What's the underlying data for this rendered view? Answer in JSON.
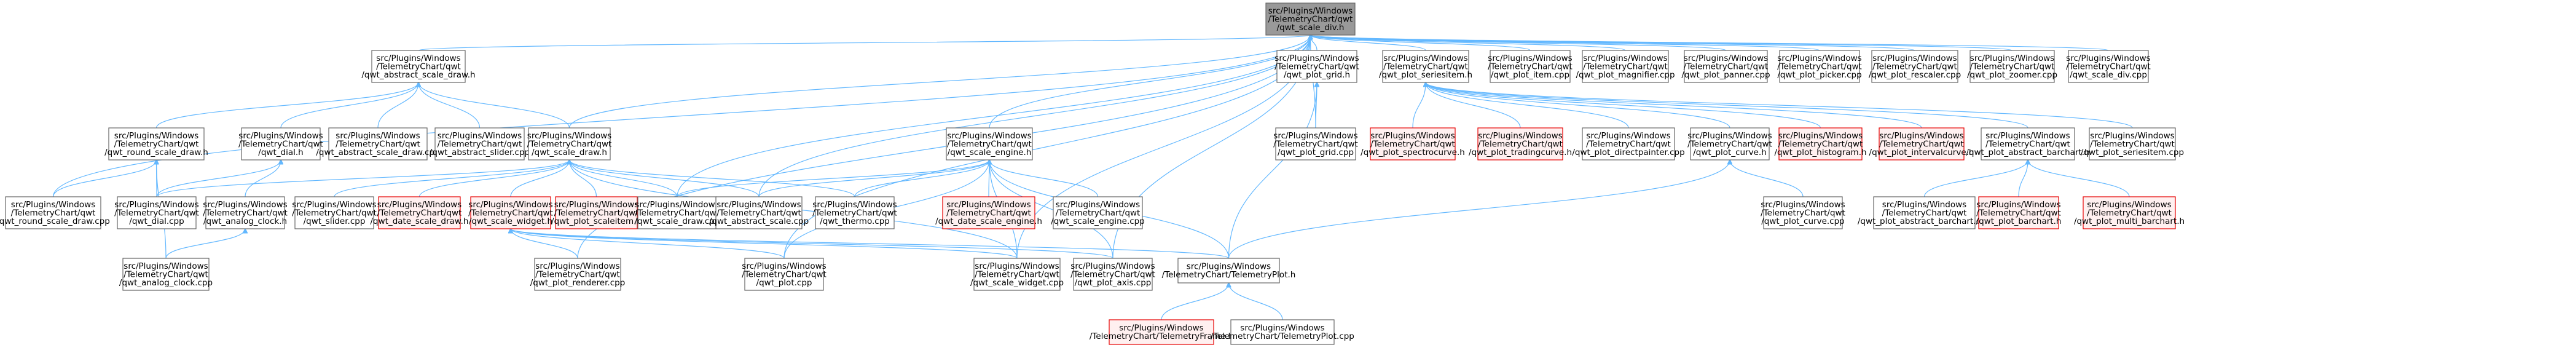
{
  "graph": {
    "title": "",
    "nodes": [
      {
        "id": "n_dir",
        "lines": [
          "src/Plugins/Windows",
          "/TelemetryChart/qwt",
          "/qwt_scale_div.h"
        ],
        "style": "root"
      },
      {
        "id": "n_abs_draw",
        "lines": [
          "src/Plugins/Windows",
          "/TelemetryChart/qwt",
          "/qwt_abstract_scale_draw.h"
        ],
        "style": "normal"
      },
      {
        "id": "n_grid_h",
        "lines": [
          "src/Plugins/Windows",
          "/TelemetryChart/qwt",
          "/qwt_plot_grid.h"
        ],
        "style": "normal"
      },
      {
        "id": "n_series_h",
        "lines": [
          "src/Plugins/Windows",
          "/TelemetryChart/qwt",
          "/qwt_plot_seriesitem.h"
        ],
        "style": "normal"
      },
      {
        "id": "n_item_cpp",
        "lines": [
          "src/Plugins/Windows",
          "/TelemetryChart/qwt",
          "/qwt_plot_item.cpp"
        ],
        "style": "normal"
      },
      {
        "id": "n_magnifier_cpp",
        "lines": [
          "src/Plugins/Windows",
          "/TelemetryChart/qwt",
          "/qwt_plot_magnifier.cpp"
        ],
        "style": "normal"
      },
      {
        "id": "n_panner_cpp",
        "lines": [
          "src/Plugins/Windows",
          "/TelemetryChart/qwt",
          "/qwt_plot_panner.cpp"
        ],
        "style": "normal"
      },
      {
        "id": "n_picker_cpp",
        "lines": [
          "src/Plugins/Windows",
          "/TelemetryChart/qwt",
          "/qwt_plot_picker.cpp"
        ],
        "style": "normal"
      },
      {
        "id": "n_rescaler_cpp",
        "lines": [
          "src/Plugins/Windows",
          "/TelemetryChart/qwt",
          "/qwt_plot_rescaler.cpp"
        ],
        "style": "normal"
      },
      {
        "id": "n_zoomer_cpp",
        "lines": [
          "src/Plugins/Windows",
          "/TelemetryChart/qwt",
          "/qwt_plot_zoomer.cpp"
        ],
        "style": "normal"
      },
      {
        "id": "n_div_cpp",
        "lines": [
          "src/Plugins/Windows",
          "/TelemetryChart/qwt",
          "/qwt_scale_div.cpp"
        ],
        "style": "normal"
      },
      {
        "id": "n_round_h",
        "lines": [
          "src/Plugins/Windows",
          "/TelemetryChart/qwt",
          "/qwt_round_scale_draw.h"
        ],
        "style": "normal"
      },
      {
        "id": "n_dial_h",
        "lines": [
          "src/Plugins/Windows",
          "/TelemetryChart/qwt",
          "/qwt_dial.h"
        ],
        "style": "normal"
      },
      {
        "id": "n_abs_draw_cpp",
        "lines": [
          "src/Plugins/Windows",
          "/TelemetryChart/qwt",
          "/qwt_abstract_scale_draw.cpp"
        ],
        "style": "normal"
      },
      {
        "id": "n_abs_slider_cpp",
        "lines": [
          "src/Plugins/Windows",
          "/TelemetryChart/qwt",
          "/qwt_abstract_slider.cpp"
        ],
        "style": "normal"
      },
      {
        "id": "n_scale_draw_h",
        "lines": [
          "src/Plugins/Windows",
          "/TelemetryChart/qwt",
          "/qwt_scale_draw.h"
        ],
        "style": "normal"
      },
      {
        "id": "n_engine_h",
        "lines": [
          "src/Plugins/Windows",
          "/TelemetryChart/qwt",
          "/qwt_scale_engine.h"
        ],
        "style": "normal"
      },
      {
        "id": "n_grid_cpp",
        "lines": [
          "src/Plugins/Windows",
          "/TelemetryChart/qwt",
          "/qwt_plot_grid.cpp"
        ],
        "style": "normal"
      },
      {
        "id": "n_spectro_h",
        "lines": [
          "src/Plugins/Windows",
          "/TelemetryChart/qwt",
          "/qwt_plot_spectrocurve.h"
        ],
        "style": "red"
      },
      {
        "id": "n_trading_h",
        "lines": [
          "src/Plugins/Windows",
          "/TelemetryChart/qwt",
          "/qwt_plot_tradingcurve.h"
        ],
        "style": "red"
      },
      {
        "id": "n_dirpainter_cpp",
        "lines": [
          "src/Plugins/Windows",
          "/TelemetryChart/qwt",
          "/qwt_plot_directpainter.cpp"
        ],
        "style": "normal"
      },
      {
        "id": "n_curve_h",
        "lines": [
          "src/Plugins/Windows",
          "/TelemetryChart/qwt",
          "/qwt_plot_curve.h"
        ],
        "style": "normal"
      },
      {
        "id": "n_histogram_h",
        "lines": [
          "src/Plugins/Windows",
          "/TelemetryChart/qwt",
          "/qwt_plot_histogram.h"
        ],
        "style": "red"
      },
      {
        "id": "n_interval_h",
        "lines": [
          "src/Plugins/Windows",
          "/TelemetryChart/qwt",
          "/qwt_plot_intervalcurve.h"
        ],
        "style": "red"
      },
      {
        "id": "n_absbar_h",
        "lines": [
          "src/Plugins/Windows",
          "/TelemetryChart/qwt",
          "/qwt_plot_abstract_barchart.h"
        ],
        "style": "normal"
      },
      {
        "id": "n_series_cpp",
        "lines": [
          "src/Plugins/Windows",
          "/TelemetryChart/qwt",
          "/qwt_plot_seriesitem.cpp"
        ],
        "style": "normal"
      },
      {
        "id": "n_round_cpp",
        "lines": [
          "src/Plugins/Windows",
          "/TelemetryChart/qwt",
          "/qwt_round_scale_draw.cpp"
        ],
        "style": "normal"
      },
      {
        "id": "n_dial_cpp",
        "lines": [
          "src/Plugins/Windows",
          "/TelemetryChart/qwt",
          "/qwt_dial.cpp"
        ],
        "style": "normal"
      },
      {
        "id": "n_analog_h",
        "lines": [
          "src/Plugins/Windows",
          "/TelemetryChart/qwt",
          "/qwt_analog_clock.h"
        ],
        "style": "normal"
      },
      {
        "id": "n_slider_cpp",
        "lines": [
          "src/Plugins/Windows",
          "/TelemetryChart/qwt",
          "/qwt_slider.cpp"
        ],
        "style": "normal"
      },
      {
        "id": "n_date_draw_h",
        "lines": [
          "src/Plugins/Windows",
          "/TelemetryChart/qwt",
          "/qwt_date_scale_draw.h"
        ],
        "style": "red"
      },
      {
        "id": "n_widget_h",
        "lines": [
          "src/Plugins/Windows",
          "/TelemetryChart/qwt",
          "/qwt_scale_widget.h"
        ],
        "style": "red"
      },
      {
        "id": "n_scaleitem_h",
        "lines": [
          "src/Plugins/Windows",
          "/TelemetryChart/qwt",
          "/qwt_plot_scaleitem.h"
        ],
        "style": "red"
      },
      {
        "id": "n_draw_cpp",
        "lines": [
          "src/Plugins/Windows",
          "/TelemetryChart/qwt",
          "/qwt_scale_draw.cpp"
        ],
        "style": "normal"
      },
      {
        "id": "n_abs_scale_cpp",
        "lines": [
          "src/Plugins/Windows",
          "/TelemetryChart/qwt",
          "/qwt_abstract_scale.cpp"
        ],
        "style": "normal"
      },
      {
        "id": "n_thermo_cpp",
        "lines": [
          "src/Plugins/Windows",
          "/TelemetryChart/qwt",
          "/qwt_thermo.cpp"
        ],
        "style": "normal"
      },
      {
        "id": "n_date_engine_h",
        "lines": [
          "src/Plugins/Windows",
          "/TelemetryChart/qwt",
          "/qwt_date_scale_engine.h"
        ],
        "style": "red"
      },
      {
        "id": "n_engine_cpp",
        "lines": [
          "src/Plugins/Windows",
          "/TelemetryChart/qwt",
          "/qwt_scale_engine.cpp"
        ],
        "style": "normal"
      },
      {
        "id": "n_curve_cpp",
        "lines": [
          "src/Plugins/Windows",
          "/TelemetryChart/qwt",
          "/qwt_plot_curve.cpp"
        ],
        "style": "normal"
      },
      {
        "id": "n_absbar_cpp",
        "lines": [
          "src/Plugins/Windows",
          "/TelemetryChart/qwt",
          "/qwt_plot_abstract_barchart.cpp"
        ],
        "style": "normal"
      },
      {
        "id": "n_barchart_h",
        "lines": [
          "src/Plugins/Windows",
          "/TelemetryChart/qwt",
          "/qwt_plot_barchart.h"
        ],
        "style": "red"
      },
      {
        "id": "n_multibar_h",
        "lines": [
          "src/Plugins/Windows",
          "/TelemetryChart/qwt",
          "/qwt_plot_multi_barchart.h"
        ],
        "style": "red"
      },
      {
        "id": "n_analog_cpp",
        "lines": [
          "src/Plugins/Windows",
          "/TelemetryChart/qwt",
          "/qwt_analog_clock.cpp"
        ],
        "style": "normal"
      },
      {
        "id": "n_renderer_cpp",
        "lines": [
          "src/Plugins/Windows",
          "/TelemetryChart/qwt",
          "/qwt_plot_renderer.cpp"
        ],
        "style": "normal"
      },
      {
        "id": "n_plot_cpp",
        "lines": [
          "src/Plugins/Windows",
          "/TelemetryChart/qwt",
          "/qwt_plot.cpp"
        ],
        "style": "normal"
      },
      {
        "id": "n_widget_cpp",
        "lines": [
          "src/Plugins/Windows",
          "/TelemetryChart/qwt",
          "/qwt_scale_widget.cpp"
        ],
        "style": "normal"
      },
      {
        "id": "n_axis_cpp",
        "lines": [
          "src/Plugins/Windows",
          "/TelemetryChart/qwt",
          "/qwt_plot_axis.cpp"
        ],
        "style": "normal"
      },
      {
        "id": "n_tplot_h",
        "lines": [
          "src/Plugins/Windows",
          "/TelemetryChart/TelemetryPlot.h"
        ],
        "style": "normal"
      },
      {
        "id": "n_tframe_h",
        "lines": [
          "src/Plugins/Windows",
          "/TelemetryChart/TelemetryFrame.h"
        ],
        "style": "red"
      },
      {
        "id": "n_tplot_cpp",
        "lines": [
          "src/Plugins/Windows",
          "/TelemetryChart/TelemetryPlot.cpp"
        ],
        "style": "normal"
      }
    ],
    "edges": [
      [
        "n_abs_draw",
        "n_dir"
      ],
      [
        "n_grid_h",
        "n_dir"
      ],
      [
        "n_series_h",
        "n_dir"
      ],
      [
        "n_item_cpp",
        "n_dir"
      ],
      [
        "n_magnifier_cpp",
        "n_dir"
      ],
      [
        "n_panner_cpp",
        "n_dir"
      ],
      [
        "n_picker_cpp",
        "n_dir"
      ],
      [
        "n_rescaler_cpp",
        "n_dir"
      ],
      [
        "n_zoomer_cpp",
        "n_dir"
      ],
      [
        "n_div_cpp",
        "n_dir"
      ],
      [
        "n_engine_h",
        "n_dir"
      ],
      [
        "n_scale_draw_h",
        "n_dir"
      ],
      [
        "n_round_cpp",
        "n_dir"
      ],
      [
        "n_grid_cpp",
        "n_dir"
      ],
      [
        "n_abs_scale_cpp",
        "n_dir"
      ],
      [
        "n_draw_cpp",
        "n_dir"
      ],
      [
        "n_axis_cpp",
        "n_dir"
      ],
      [
        "n_widget_cpp",
        "n_dir"
      ],
      [
        "n_plot_cpp",
        "n_dir"
      ],
      [
        "n_renderer_cpp",
        "n_dir"
      ],
      [
        "n_round_h",
        "n_abs_draw"
      ],
      [
        "n_dial_h",
        "n_abs_draw"
      ],
      [
        "n_abs_draw_cpp",
        "n_abs_draw"
      ],
      [
        "n_abs_slider_cpp",
        "n_abs_draw"
      ],
      [
        "n_scale_draw_h",
        "n_abs_draw"
      ],
      [
        "n_grid_cpp",
        "n_grid_h"
      ],
      [
        "n_tplot_h",
        "n_grid_h"
      ],
      [
        "n_spectro_h",
        "n_series_h"
      ],
      [
        "n_trading_h",
        "n_series_h"
      ],
      [
        "n_dirpainter_cpp",
        "n_series_h"
      ],
      [
        "n_curve_h",
        "n_series_h"
      ],
      [
        "n_histogram_h",
        "n_series_h"
      ],
      [
        "n_interval_h",
        "n_series_h"
      ],
      [
        "n_absbar_h",
        "n_series_h"
      ],
      [
        "n_series_cpp",
        "n_series_h"
      ],
      [
        "n_round_cpp",
        "n_round_h"
      ],
      [
        "n_dial_cpp",
        "n_round_h"
      ],
      [
        "n_analog_cpp",
        "n_round_h"
      ],
      [
        "n_dial_cpp",
        "n_dial_h"
      ],
      [
        "n_analog_h",
        "n_dial_h"
      ],
      [
        "n_analog_cpp",
        "n_analog_h"
      ],
      [
        "n_slider_cpp",
        "n_scale_draw_h"
      ],
      [
        "n_date_draw_h",
        "n_scale_draw_h"
      ],
      [
        "n_widget_h",
        "n_scale_draw_h"
      ],
      [
        "n_scaleitem_h",
        "n_scale_draw_h"
      ],
      [
        "n_draw_cpp",
        "n_scale_draw_h"
      ],
      [
        "n_abs_scale_cpp",
        "n_scale_draw_h"
      ],
      [
        "n_thermo_cpp",
        "n_scale_draw_h"
      ],
      [
        "n_dial_cpp",
        "n_scale_draw_h"
      ],
      [
        "n_widget_cpp",
        "n_scale_draw_h"
      ],
      [
        "n_renderer_cpp",
        "n_widget_h"
      ],
      [
        "n_plot_cpp",
        "n_widget_h"
      ],
      [
        "n_widget_cpp",
        "n_widget_h"
      ],
      [
        "n_axis_cpp",
        "n_widget_h"
      ],
      [
        "n_tplot_h",
        "n_widget_h"
      ],
      [
        "n_abs_scale_cpp",
        "n_engine_h"
      ],
      [
        "n_thermo_cpp",
        "n_engine_h"
      ],
      [
        "n_date_engine_h",
        "n_engine_h"
      ],
      [
        "n_engine_cpp",
        "n_engine_h"
      ],
      [
        "n_plot_cpp",
        "n_engine_h"
      ],
      [
        "n_axis_cpp",
        "n_engine_h"
      ],
      [
        "n_tplot_h",
        "n_engine_h"
      ],
      [
        "n_widget_cpp",
        "n_engine_h"
      ],
      [
        "n_draw_cpp",
        "n_engine_h"
      ],
      [
        "n_curve_cpp",
        "n_curve_h"
      ],
      [
        "n_tplot_h",
        "n_curve_h"
      ],
      [
        "n_absbar_cpp",
        "n_absbar_h"
      ],
      [
        "n_barchart_h",
        "n_absbar_h"
      ],
      [
        "n_multibar_h",
        "n_absbar_h"
      ],
      [
        "n_tframe_h",
        "n_tplot_h"
      ],
      [
        "n_tplot_cpp",
        "n_tplot_h"
      ]
    ]
  },
  "colors": {
    "edge": "#63b8ff",
    "normal_fill": "#ffffff",
    "normal_stroke": "#666666",
    "normal_text": "#000000",
    "root_fill": "#999999",
    "root_stroke": "#666666",
    "root_text": "#000000",
    "red_fill": "#fff0f0",
    "red_stroke": "#e60000",
    "red_text": "#000000"
  }
}
